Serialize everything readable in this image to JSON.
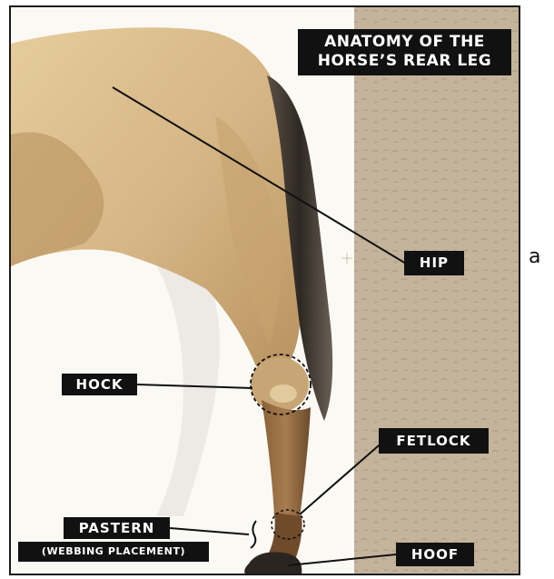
{
  "title": {
    "line1": "ANATOMY OF THE",
    "line2": "HORSE’S REAR LEG"
  },
  "labels": {
    "hip": "HIP",
    "hock": "HOCK",
    "fetlock": "FETLOCK",
    "pastern": "PASTERN",
    "pastern_note": "(WEBBING PLACEMENT)",
    "hoof": "HOOF"
  },
  "side_marker": "a",
  "colors": {
    "coat": "#dcc08f",
    "coat_shadow": "#b38f5e",
    "lower_leg": "#7a5431",
    "tail": "#3b332c",
    "hoof": "#2b2521",
    "background_panel": "#c4b49b",
    "label_bg": "#111111",
    "label_text": "#ffffff"
  }
}
